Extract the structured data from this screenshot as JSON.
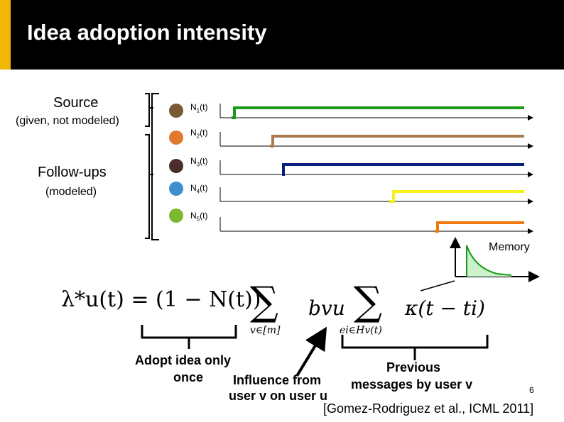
{
  "slide": {
    "title": "Idea adoption intensity",
    "page_number": "6",
    "citation": "[Gomez-Rodriguez et al., ICML 2011]"
  },
  "groups": {
    "source_label": "Source",
    "source_sublabel": "(given, not modeled)",
    "followups_label": "Follow-ups",
    "followups_sublabel": "(modeled)"
  },
  "processes": [
    {
      "id": "N",
      "sub": "1",
      "suffix": "(t)",
      "color": "#1a9a1a",
      "avatar": "#7a5a35"
    },
    {
      "id": "N",
      "sub": "2",
      "suffix": "(t)",
      "color": "#a87b52",
      "avatar": "#e07a2e"
    },
    {
      "id": "N",
      "sub": "3",
      "suffix": "(t)",
      "color": "#0a1f7a",
      "avatar": "#4a2e2a"
    },
    {
      "id": "N",
      "sub": "4",
      "suffix": "(t)",
      "color": "#f5ef1a",
      "avatar": "#3d8fd0"
    },
    {
      "id": "N",
      "sub": "5",
      "suffix": "(t)",
      "color": "#f07a10",
      "avatar": "#7ab830"
    }
  ],
  "memory_label": "Memory",
  "formula": {
    "lhs": "λ*u(t) = (1 − N(t))",
    "sum1_sub": "v∈[m]",
    "b": "bvu",
    "sum2_sub": "ei∈Hv(t)",
    "kernel": "κ(t − ti)"
  },
  "annotations": {
    "adopt": [
      "Adopt idea only",
      "once"
    ],
    "influence": [
      "Influence from",
      "user v on user u"
    ],
    "previous": [
      "Previous",
      "messages by user v"
    ]
  }
}
